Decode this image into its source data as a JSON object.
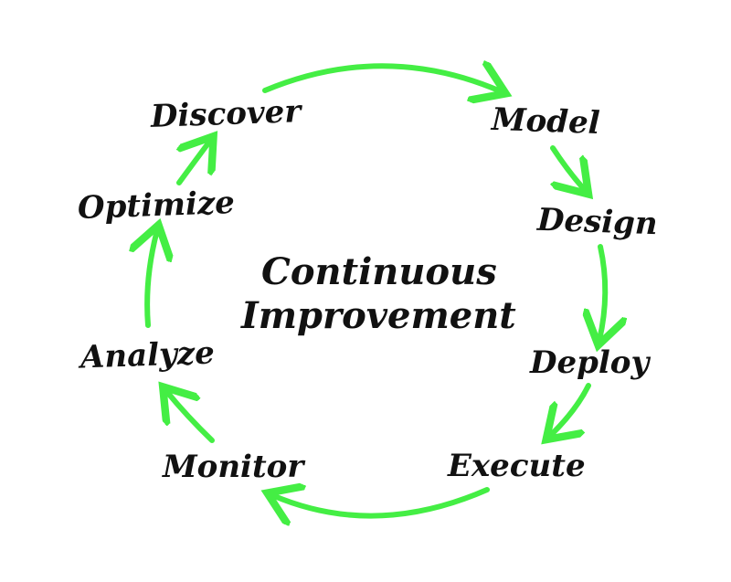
{
  "diagram": {
    "center": {
      "line1": "Continuous",
      "line2": "Improvement"
    },
    "stages": [
      "Discover",
      "Model",
      "Design",
      "Deploy",
      "Execute",
      "Monitor",
      "Analyze",
      "Optimize"
    ],
    "arrow_color": "#44ee44",
    "text_color": "#111111"
  }
}
